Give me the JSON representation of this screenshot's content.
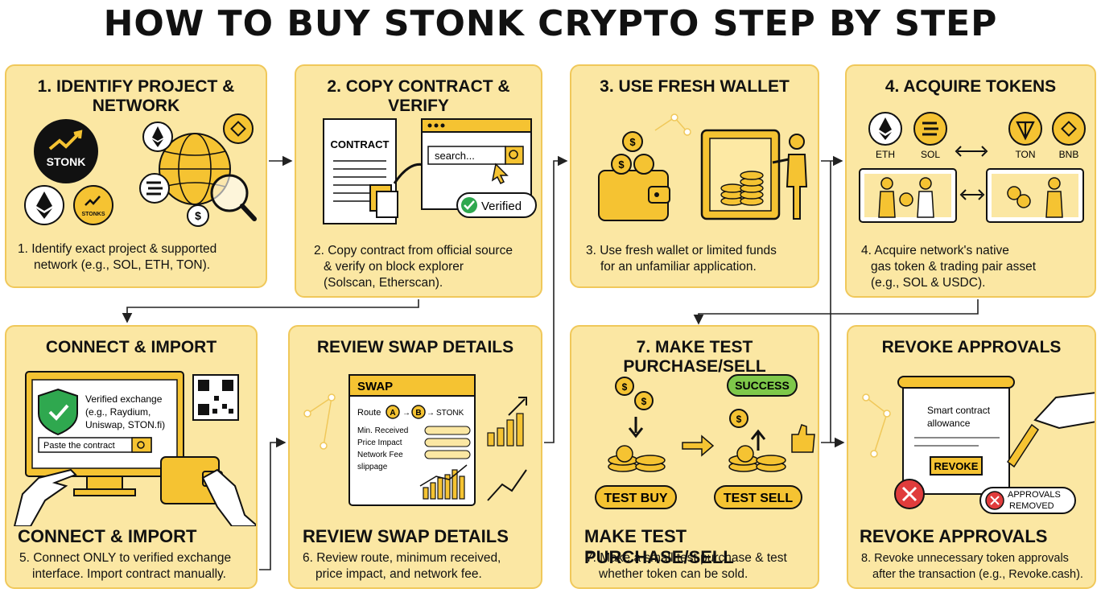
{
  "title": "HOW TO BUY STONK CRYPTO STEP BY STEP",
  "steps": [
    {
      "heading": "1. IDENTIFY PROJECT & NETWORK",
      "desc": [
        "1. Identify exact project & supported",
        "network (e.g., SOL, ETH, TON)."
      ],
      "art": {
        "logo": "STONK",
        "badge": "STONKS"
      }
    },
    {
      "heading": "2. COPY CONTRACT & VERIFY",
      "desc": [
        "2. Copy contract from official source",
        "& verify on block explorer",
        "(Solscan, Etherscan)."
      ],
      "art": {
        "doc_label": "CONTRACT",
        "search": "search...",
        "verified": "Verified"
      }
    },
    {
      "heading": "3. USE FRESH WALLET",
      "desc": [
        "3. Use fresh wallet or limited funds",
        "for an unfamiliar application."
      ]
    },
    {
      "heading": "4. ACQUIRE TOKENS",
      "desc": [
        "4. Acquire network's native",
        "gas token & trading pair asset",
        "(e.g., SOL & USDC)."
      ],
      "art": {
        "tokens": [
          "ETH",
          "SOL",
          "TON",
          "BNB"
        ]
      }
    },
    {
      "heading": "CONNECT & IMPORT",
      "footer": "CONNECT & IMPORT",
      "desc": [
        "5. Connect ONLY to verified exchange",
        "interface. Import contract manually."
      ],
      "art": {
        "verified_lines": [
          "Verified exchange",
          "(e.g., Raydium,",
          "Uniswap, STON.fi)"
        ],
        "paste": "Paste the contract"
      }
    },
    {
      "heading": "REVIEW SWAP DETAILS",
      "footer": "REVIEW SWAP DETAILS",
      "desc": [
        "6. Review route, minimum received,",
        "price impact, and network fee."
      ],
      "art": {
        "swap": "SWAP",
        "route": "Route",
        "route_a": "A",
        "route_b": "B",
        "route_target": "STONK",
        "fields": [
          "Min. Received",
          "Price Impact",
          "Network Fee",
          "slippage"
        ]
      }
    },
    {
      "heading": "7. MAKE TEST PURCHASE/SELL",
      "footer": "MAKE TEST PURCHASE/SELL",
      "desc": [
        "7. Make a small test purchase & test",
        "whether token can be sold."
      ],
      "art": {
        "success": "SUCCESS",
        "buy": "TEST BUY",
        "sell": "TEST SELL"
      }
    },
    {
      "heading": "REVOKE APPROVALS",
      "footer": "REVOKE APPROVALS",
      "desc": [
        "8. Revoke unnecessary token approvals",
        "after the transaction (e.g., Revoke.cash)."
      ],
      "art": {
        "allowance": [
          "Smart contract",
          "allowance"
        ],
        "revoke": "REVOKE",
        "removed": [
          "APPROVALS",
          "REMOVED"
        ]
      }
    }
  ],
  "colors": {
    "card": "#fbe7a3",
    "border": "#f0c85a",
    "gold": "#f5c332",
    "dark": "#111111",
    "green": "#2fa84f"
  }
}
